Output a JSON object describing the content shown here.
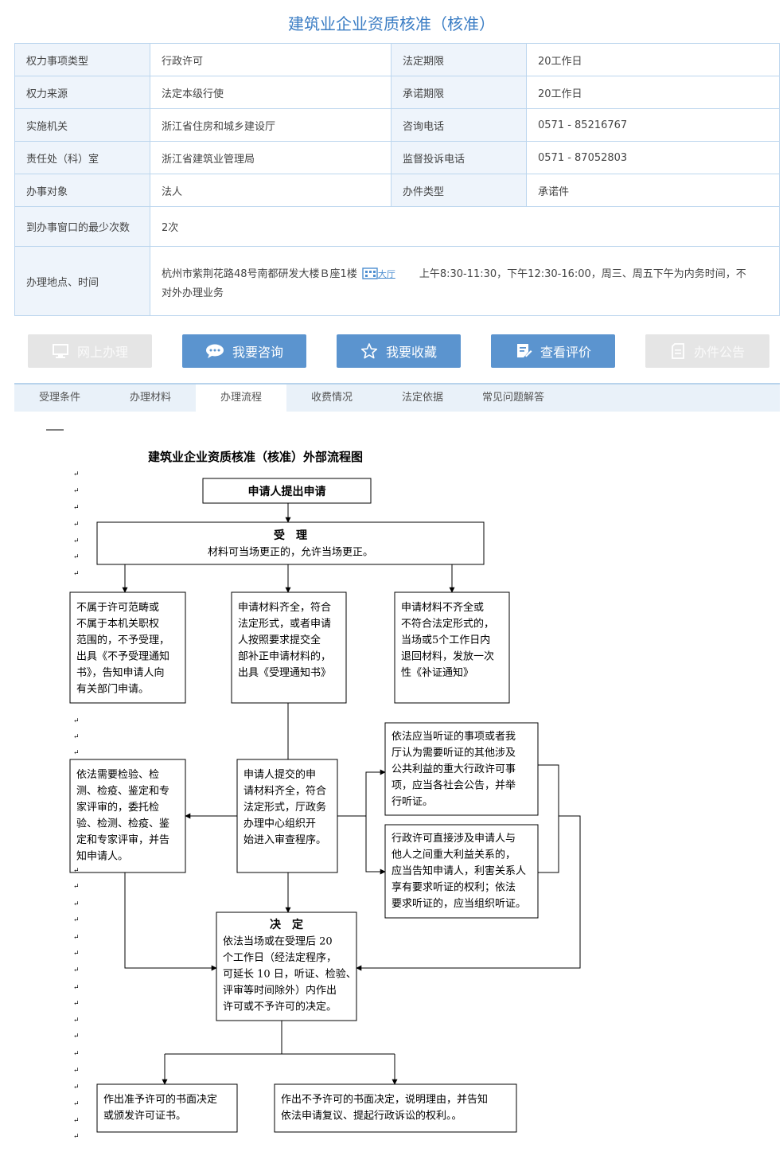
{
  "page_title": "建筑业企业资质核准（核准）",
  "info": {
    "type_k": "权力事项类型",
    "type_v": "行政许可",
    "legal_k": "法定期限",
    "legal_v": "20工作日",
    "source_k": "权力来源",
    "source_v": "法定本级行使",
    "promise_k": "承诺期限",
    "promise_v": "20工作日",
    "org_k": "实施机关",
    "org_v": "浙江省住房和城乡建设厅",
    "phone_k": "咨询电话",
    "phone_v": "0571 - 85216767",
    "dept_k": "责任处（科）室",
    "dept_v": "浙江省建筑业管理局",
    "complain_k": "监督投诉电话",
    "complain_v": "0571 - 87052803",
    "target_k": "办事对象",
    "target_v": "法人",
    "kind_k": "办件类型",
    "kind_v": "承诺件",
    "visits_k": "到办事窗口的最少次数",
    "visits_v": "2次",
    "place_k": "办理地点、时间",
    "place_v1": "杭州市紫荆花路48号南都研发大楼Ｂ座1楼",
    "hall_label": "大厅",
    "place_v2": "上午8:30-11:30，下午12:30-16:00，周三、周五下午为内务时间，不",
    "place_v3": "对外办理业务"
  },
  "buttons": [
    {
      "label": "网上办理",
      "icon": "monitor-icon",
      "enabled": false
    },
    {
      "label": "我要咨询",
      "icon": "chat-icon",
      "enabled": true
    },
    {
      "label": "我要收藏",
      "icon": "star-icon",
      "enabled": true
    },
    {
      "label": "查看评价",
      "icon": "review-icon",
      "enabled": true
    },
    {
      "label": "办件公告",
      "icon": "notice-icon",
      "enabled": false
    }
  ],
  "tabs": [
    "受理条件",
    "办理材料",
    "办理流程",
    "收费情况",
    "法定依据",
    "常见问题解答"
  ],
  "active_tab": "办理流程",
  "flow": {
    "title": "建筑业企业资质核准（核准）外部流程图",
    "apply": "申请人提出申请",
    "accept_title": "受　理",
    "accept_desc": "材料可当场更正的，允许当场更正。",
    "reject": [
      "不属于许可范畴或",
      "不属于本机关职权",
      "范围的，不予受理，",
      "出具《不予受理通知",
      "书》，告知申请人向",
      "有关部门申请。"
    ],
    "accepted": [
      "申请材料齐全，符合",
      "法定形式，或者申请",
      "人按照要求提交全",
      "部补正申请材料的，",
      "出具《受理通知书》"
    ],
    "supplement": [
      "申请材料不齐全或",
      "不符合法定形式的，",
      "当场或5个工作日内",
      "退回材料，发放一次",
      "性《补证通知》"
    ],
    "inspect": [
      "依法需要检验、检",
      "测、检疫、鉴定和专",
      "家评审的，委托检",
      "验、检测、检疫、鉴",
      "定和专家评审，并告",
      "知申请人。"
    ],
    "review": [
      "申请人提交的申",
      "请材料齐全，符合",
      "法定形式，厅政务",
      "办理中心组织开",
      "始进入审查程序。"
    ],
    "hearing1": [
      "依法应当听证的事项或者我",
      "厅认为需要听证的其他涉及",
      "公共利益的重大行政许可事",
      "项，应当各社会公告，并举",
      "行听证。"
    ],
    "hearing2": [
      "行政许可直接涉及申请人与",
      "他人之间重大利益关系的，",
      "应当告知申请人，利害关系人",
      "享有要求听证的权利；依法",
      "要求听证的，应当组织听证。"
    ],
    "decide_title": "决　定",
    "decide": [
      "依法当场或在受理后 20",
      "个工作日（经法定程序，",
      "可延长 10 日，听证、检验、",
      "评审等时间除外）内作出",
      "许可或不予许可的决定。"
    ],
    "grant": [
      "作出准予许可的书面决定",
      "或颁发许可证书。"
    ],
    "deny": [
      "作出不予许可的书面决定，说明理由，并告知",
      "依法申请复议、提起行政诉讼的权利。。"
    ]
  },
  "colors": {
    "accent": "#5b94cf",
    "title": "#3b7dc4",
    "border": "#bcd6ee"
  }
}
